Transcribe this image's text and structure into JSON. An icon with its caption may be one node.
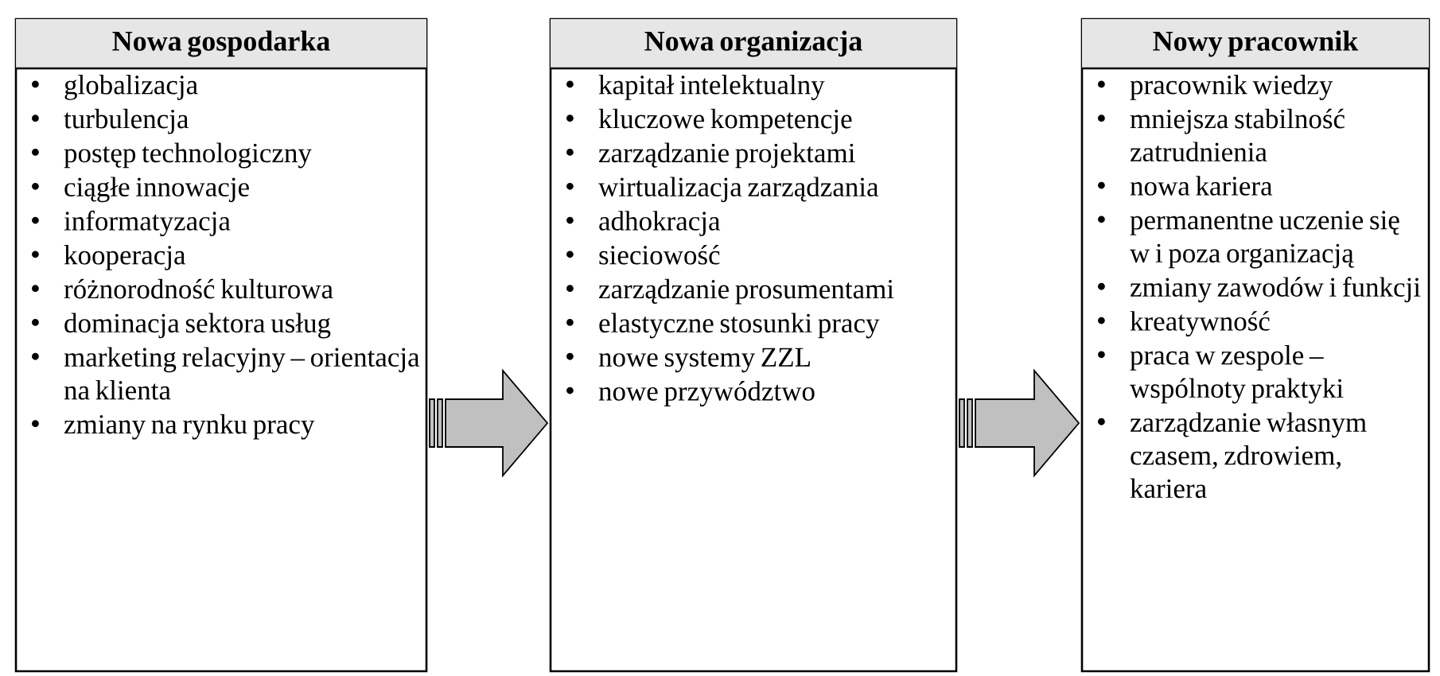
{
  "diagram": {
    "nodes": [
      {
        "text": [
          "Nowa gospodarka",
          "globalizacja",
          "turbulencja",
          "postęp technologiczny",
          "ciągłe innowacje",
          "informatyzacja",
          "kooperacja",
          "różnorodność kulturowa",
          "dominacja sektora usług",
          "marketing relacyjny – orientacja na klienta",
          "zmiany na rynku pracy"
        ]
      },
      {
        "text": [
          "Nowa organizacja",
          "kapitał intelektualny",
          "kluczowe kompetencje",
          "zarządzanie projektami",
          "wirtualizacja zarządzania",
          "adhokracja",
          "sieciowość",
          "zarządzanie prosumentami",
          "elastyczne stosunki pracy",
          "nowe systemy ZZL",
          "nowe przywództwo"
        ]
      },
      {
        "text": [
          "Nowy pracownik",
          "pracownik wiedzy",
          "mniejsza stabilność zatrudnienia",
          "nowa kariera",
          "permanentne uczenie się w i poza organizacją",
          "zmiany zawodów i funkcji",
          "kreatywność",
          "praca w zespole – wspólnoty praktyki",
          "zarządzanie własnym czasem, zdrowiem, kariera"
        ]
      }
    ],
    "edges": [
      {
        "from": 0,
        "to": 1,
        "arrow": "to"
      },
      {
        "from": 1,
        "to": 2,
        "arrow": "to"
      }
    ]
  }
}
